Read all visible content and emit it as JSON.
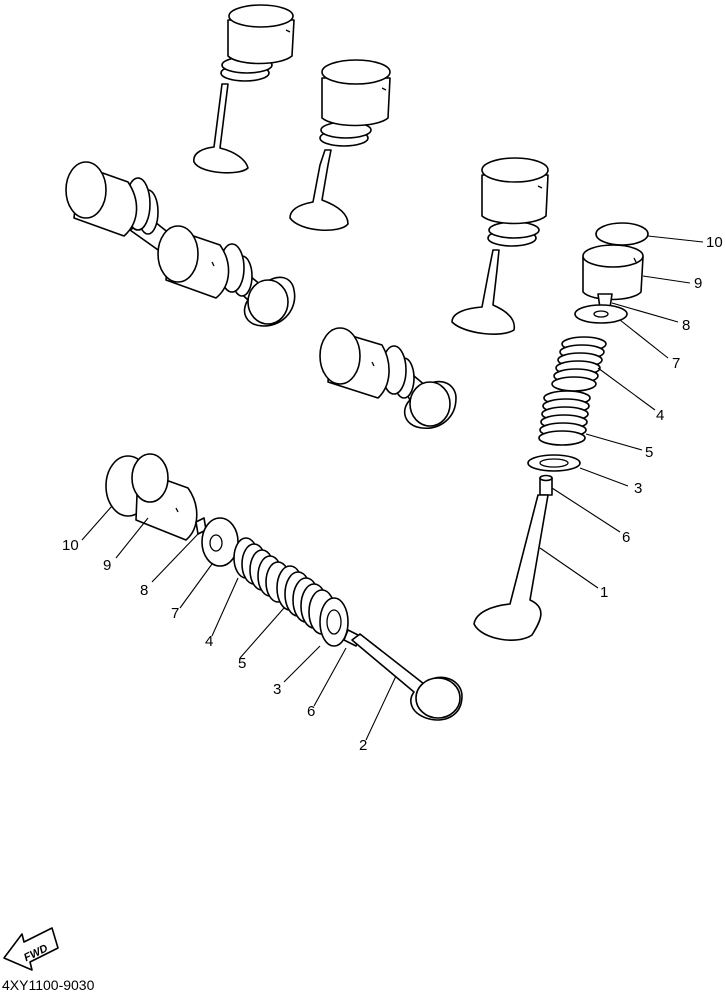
{
  "diagram": {
    "callouts_right": [
      "10",
      "9",
      "8",
      "7",
      "4",
      "5",
      "3",
      "6",
      "1"
    ],
    "callouts_left": [
      "10",
      "9",
      "8",
      "7",
      "4",
      "5",
      "3",
      "6",
      "2"
    ],
    "direction_marker": {
      "icon": "fwd-arrow-icon",
      "text": "FWD"
    },
    "drawing_code": "4XY1100-9030"
  }
}
